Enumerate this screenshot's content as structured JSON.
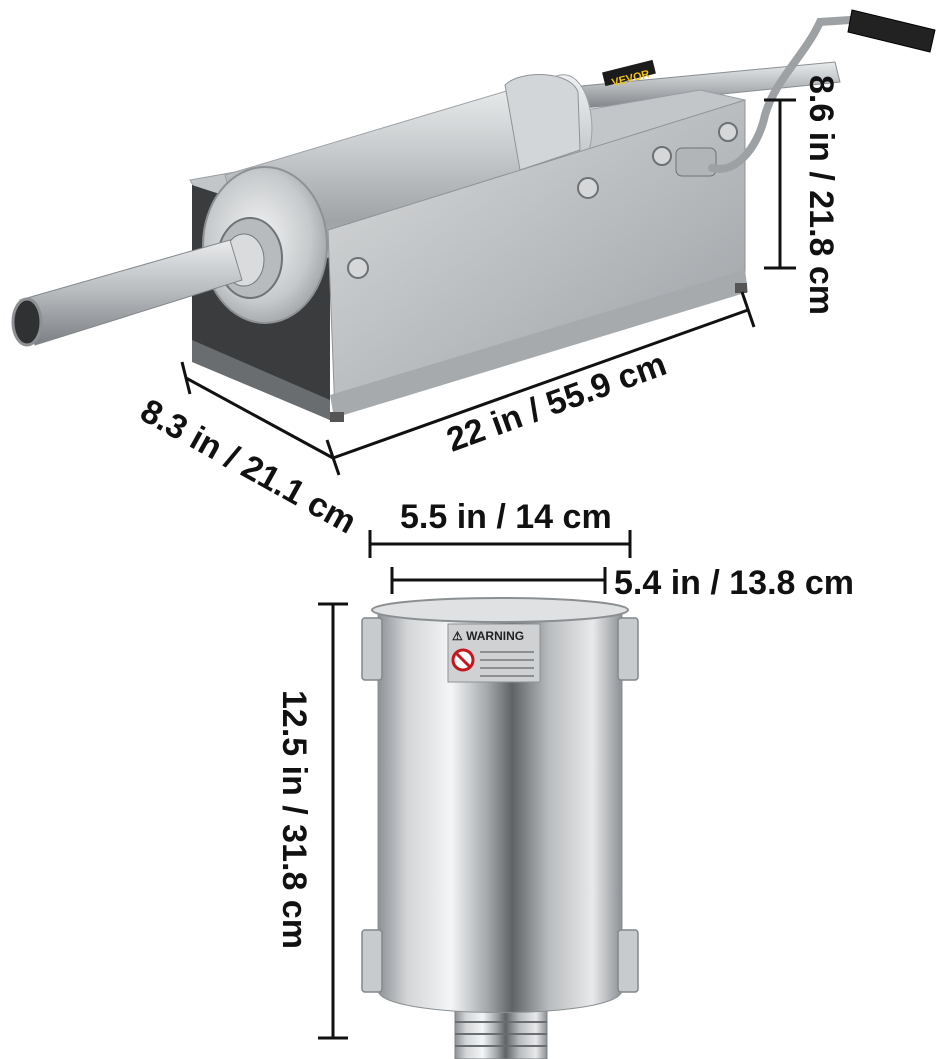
{
  "brand": {
    "logo_text": "VEVOR"
  },
  "machine": {
    "height_label": "8.6 in / 21.8 cm",
    "length_label": "22 in / 55.9 cm",
    "width_label": "8.3 in / 21.1 cm"
  },
  "cylinder": {
    "outer_diameter_label": "5.5 in / 14 cm",
    "inner_diameter_label": "5.4 in / 13.8 cm",
    "height_label": "12.5 in / 31.8 cm",
    "warning_title": "⚠ WARNING"
  }
}
